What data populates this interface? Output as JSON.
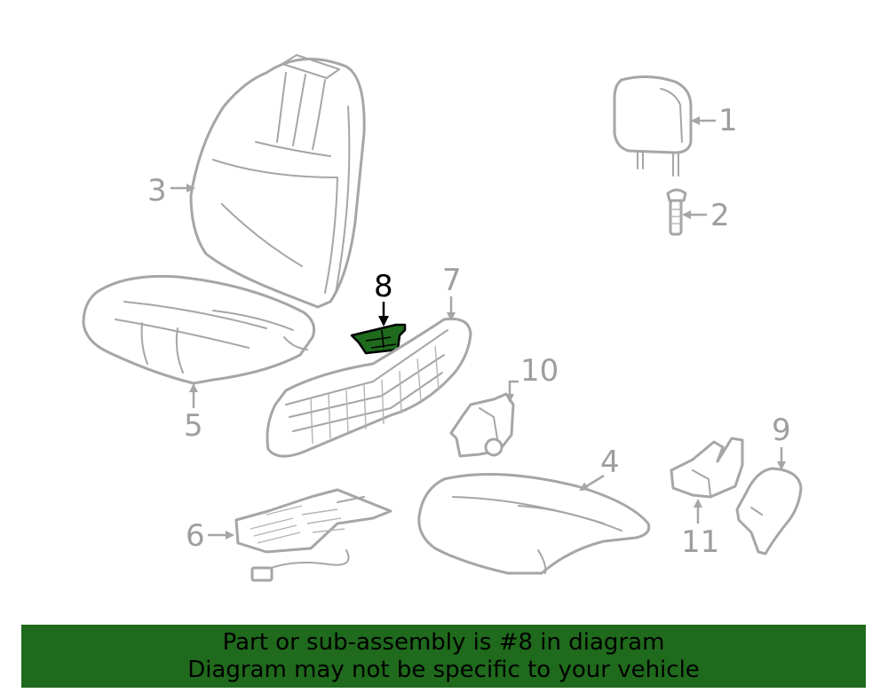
{
  "diagram": {
    "callouts": {
      "c1": "1",
      "c2": "2",
      "c3": "3",
      "c4": "4",
      "c5": "5",
      "c6": "6",
      "c7": "7",
      "c8": "8",
      "c9": "9",
      "c10": "10",
      "c11": "11"
    },
    "highlighted_part": "8",
    "colors": {
      "highlight": "#1f6a1c",
      "line_art": "#a6a6a6",
      "banner": "#1f6a1c"
    }
  },
  "banner": {
    "line1": "Part or sub-assembly is #8 in diagram",
    "line2": "Diagram may not be specific to your vehicle"
  }
}
